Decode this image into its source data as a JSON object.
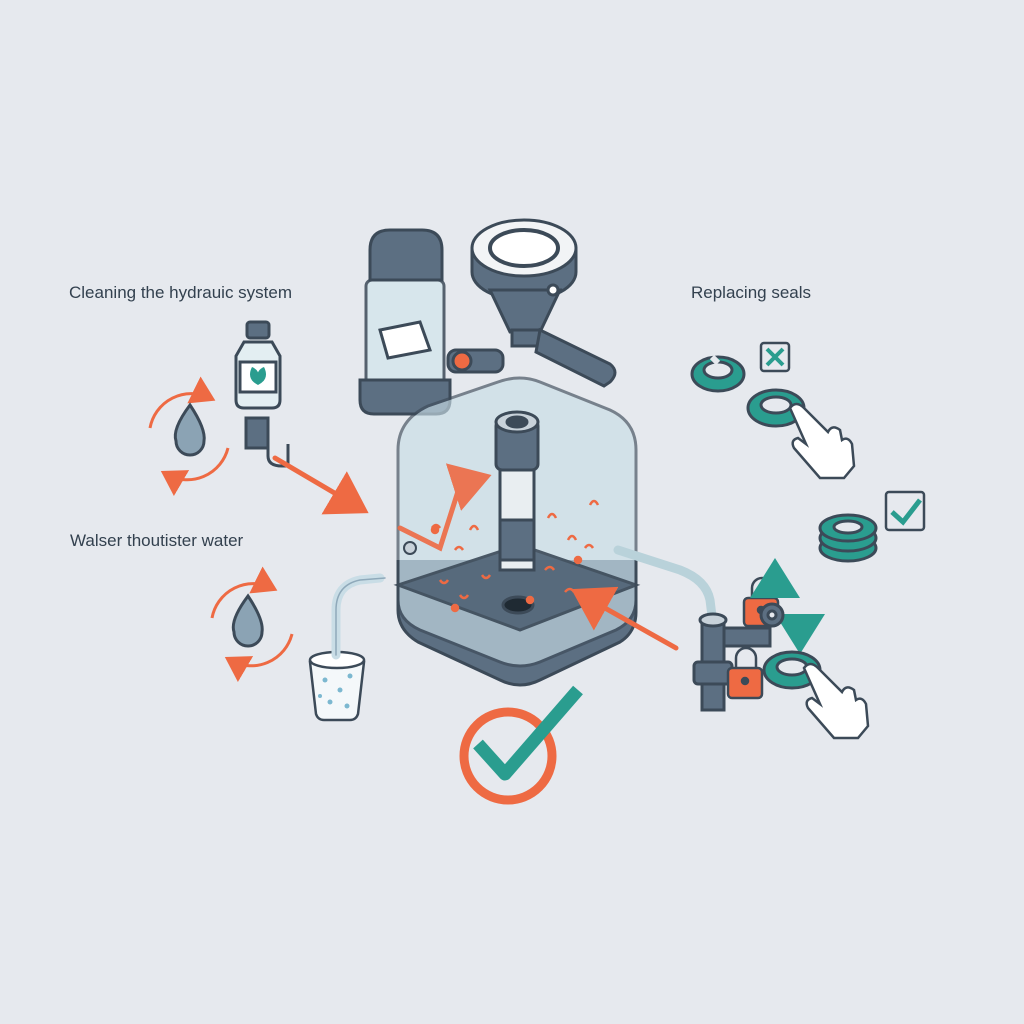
{
  "labels": {
    "cleaning": "Cleaning the hydrauic system",
    "water": "Walser thoutister water",
    "seals": "Replacing seals"
  },
  "colors": {
    "background": "#e6e9ee",
    "orange": "#ee6a43",
    "teal": "#2a9d8f",
    "slate": "#5c6f82",
    "dark": "#3c4a58",
    "glass": "#c8dde6"
  },
  "icons": [
    "cleaner-bottle-icon",
    "recycle-drop-icon",
    "water-tank-icon",
    "portafilter-icon",
    "seal-ring-icon",
    "hand-pointer-icon",
    "lock-icon",
    "checkmark-icon",
    "water-glass-icon"
  ]
}
